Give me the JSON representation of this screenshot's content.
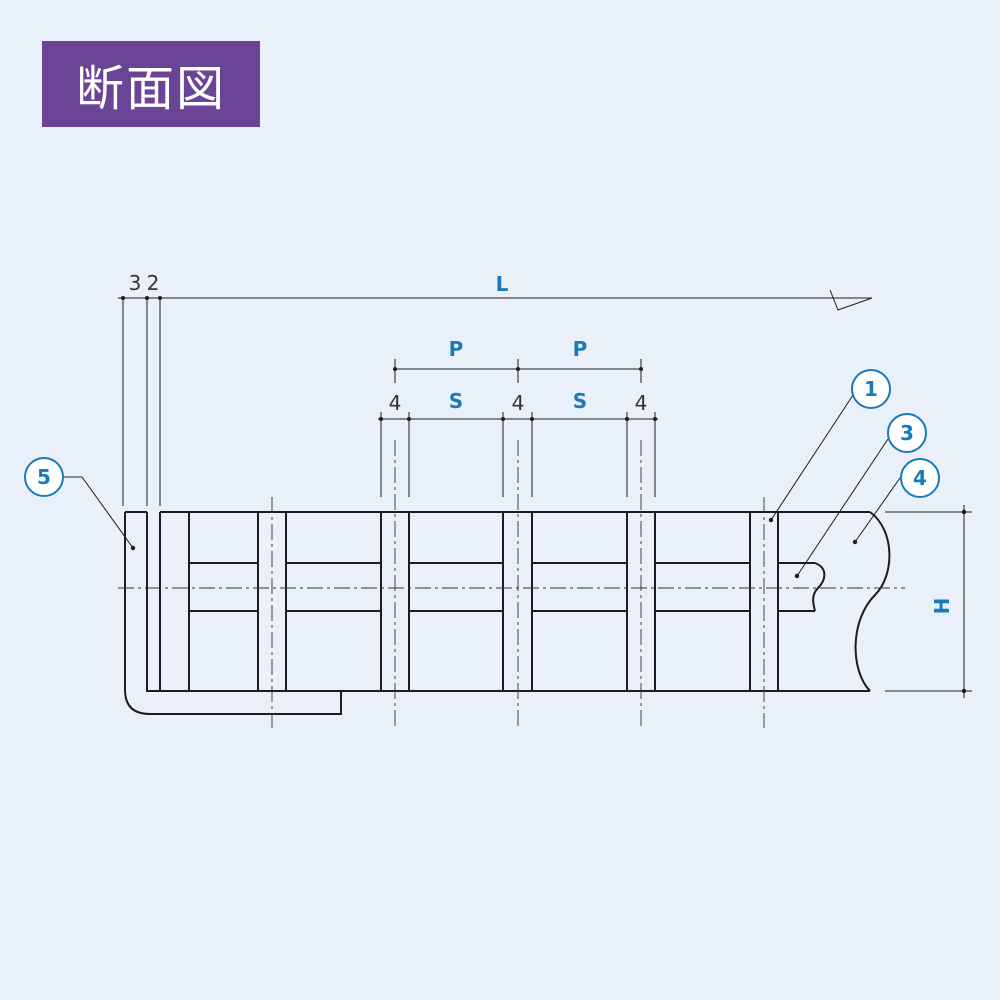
{
  "title": "断面図",
  "colors": {
    "background": "#eaf0f9",
    "title_bg": "#6b4595",
    "accent": "#1a7ab8",
    "line": "#1c1c1c"
  },
  "dimensions": {
    "d3": "3",
    "d2": "2",
    "L": "L",
    "P1": "P",
    "P2": "P",
    "g1": "4",
    "S1": "S",
    "g2": "4",
    "S2": "S",
    "g3": "4",
    "H": "H"
  },
  "callouts": {
    "c1": "1",
    "c3": "3",
    "c4": "4",
    "c5": "5"
  }
}
